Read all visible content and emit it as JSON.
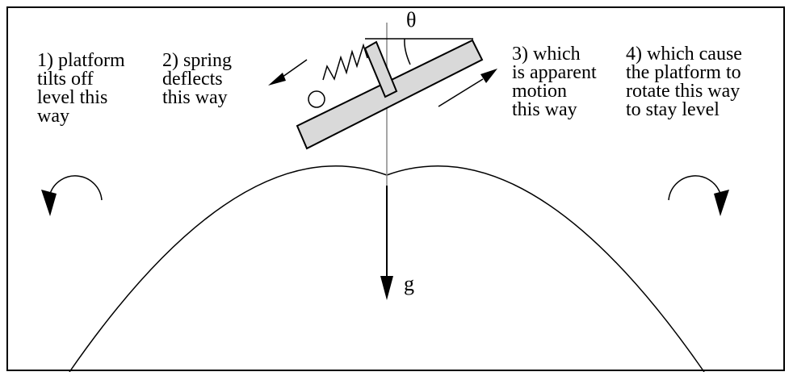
{
  "diagram": {
    "theta_symbol": "θ",
    "gravity_symbol": "g",
    "step1": {
      "line1": "1) platform",
      "line2": "tilts off",
      "line3": "level this",
      "line4": "way"
    },
    "step2": {
      "line1": "2) spring",
      "line2": "deflects",
      "line3": "this way"
    },
    "step3": {
      "line1": "3) which",
      "line2": "is apparent",
      "line3": "motion",
      "line4": "this way"
    },
    "step4": {
      "line1": "4) which cause",
      "line2": "the platform to",
      "line3": "rotate this way",
      "line4": "to stay level"
    }
  },
  "colors": {
    "stroke": "#000000",
    "platform_fill": "#d9d9d9",
    "vertical_line": "#888888",
    "background": "#ffffff"
  }
}
